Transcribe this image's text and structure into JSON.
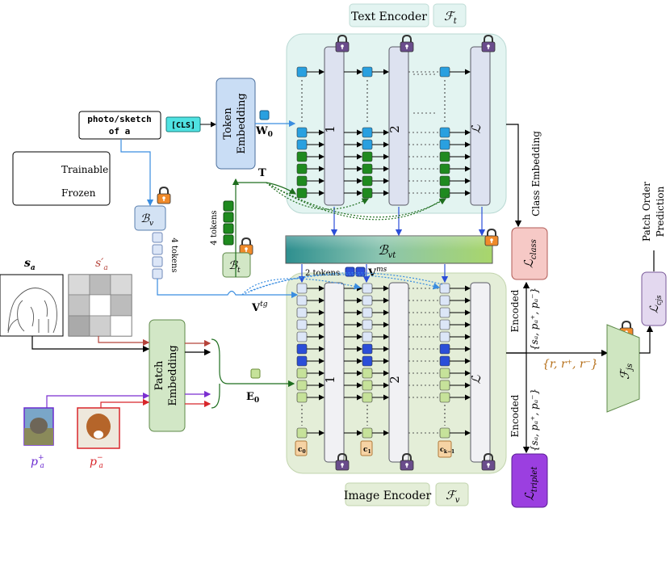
{
  "text_encoder": {
    "title": "Text Encoder",
    "symbol": "ℱ",
    "sub": "t"
  },
  "image_encoder": {
    "title": "Image Encoder",
    "symbol": "ℱ",
    "sub": "v"
  },
  "prompt": {
    "line1": "photo/sketch",
    "line2": "of a"
  },
  "cls_token": "[CLS]",
  "token_embedding": {
    "line1": "Token",
    "line2": "Embedding"
  },
  "patch_embedding": {
    "line1": "Patch",
    "line2": "Embedding"
  },
  "legend": {
    "trainable": "Trainable",
    "frozen": "Frozen"
  },
  "labels": {
    "W0": "W",
    "W0_sub": "0",
    "T": "T",
    "E0": "E",
    "E0_sub": "0",
    "Vtg": "V",
    "Vtg_sup": "tg",
    "Vms": "V",
    "Vms_sup": "ms",
    "Bv": "ℬ",
    "Bv_sub": "v",
    "Bt": "ℬ",
    "Bt_sub": "t",
    "Bvt": "ℬ",
    "Bvt_sub": "vt",
    "four_tokens_a": "4 tokens",
    "four_tokens_b": "4 tokens",
    "two_tokens": "2 tokens",
    "layer1": "1",
    "layer2": "2",
    "layerL": "ℒ",
    "class_embedding": "Class Embedding",
    "patch_order_line1": "Patch Order",
    "patch_order_line2": "Prediction",
    "encoded_top": "Encoded",
    "encoded_bottom": "Encoded",
    "triplet_set": "{sₐ, pₐ⁺, pₐ⁻}",
    "r_set": "{r, r⁺, r⁻}",
    "sa": "s",
    "sa_sub": "a",
    "sa_prime": "s′",
    "sa_prime_sub": "a",
    "pa_plus": "p",
    "pa_plus_sup": "+",
    "pa_plus_sub": "a",
    "pa_minus": "p",
    "pa_minus_sup": "−",
    "pa_minus_sub": "a",
    "c0": "c",
    "c0_sub": "0",
    "c1": "c",
    "c1_sub": "1",
    "ck": "c",
    "ck_sub": "k−1"
  },
  "losses": {
    "class": {
      "main": "ℒ",
      "sub": "class"
    },
    "triplet": {
      "main": "ℒ",
      "sub": "triplet"
    },
    "cjs": {
      "main": "ℒ",
      "sub": "cjs"
    }
  },
  "fjs": {
    "main": "ℱ",
    "sub": "js"
  },
  "colors": {
    "text_enc_bg": "#e3f4f1",
    "img_enc_bg": "#e4eed8",
    "lock_orange": "#f08a2a",
    "lock_purple": "#6a4c8c",
    "token_blue": "#29a0e0",
    "token_green": "#1f8a1f",
    "token_darkblue": "#2b4ed8",
    "token_lightgreen": "#c6e29a",
    "loss_class": "#f6c9c6",
    "loss_triplet": "#9b3fe0",
    "loss_cjs": "#e3d8ef",
    "fjs": "#cfe6c1"
  }
}
